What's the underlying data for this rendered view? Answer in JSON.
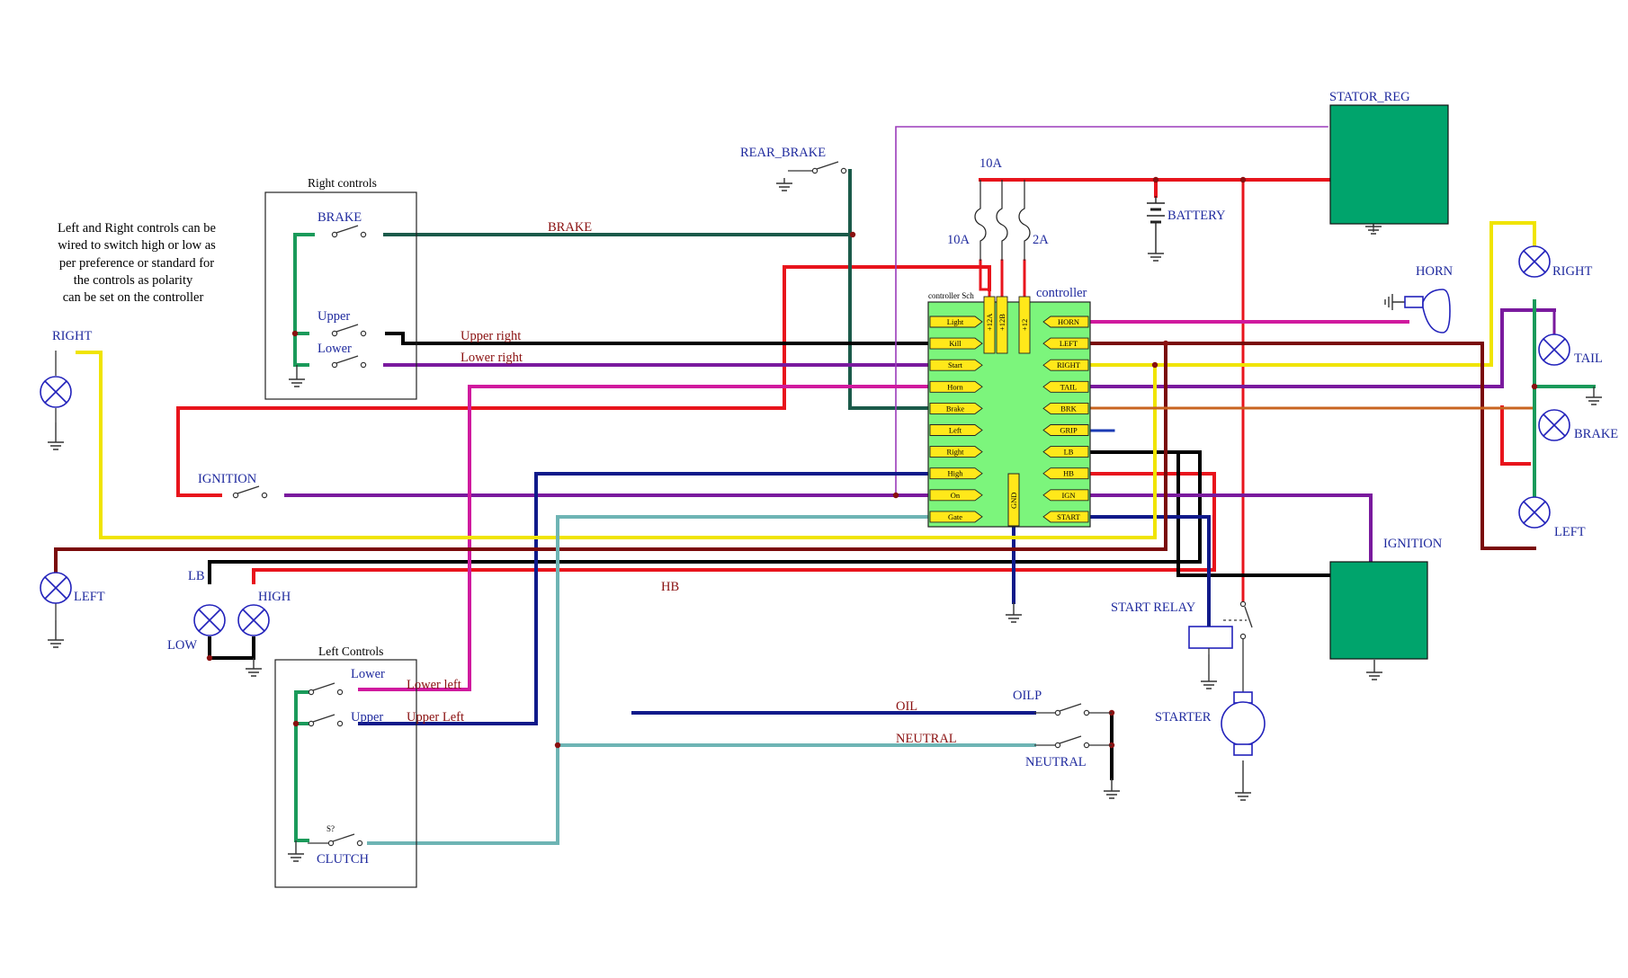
{
  "colors": {
    "red": "#e8141c",
    "dark_green": "#1b5a4a",
    "black": "#000000",
    "purple": "#7a1a9e",
    "magenta": "#d01a9e",
    "navy": "#101a8a",
    "yellow": "#f0e400",
    "maroon": "#7a0a0a",
    "teal": "#6eb4b4",
    "green": "#1a9a5a",
    "violet_thin": "#9b3bbb",
    "orange": "#c86420",
    "blue": "#1a3ab4",
    "module_fill": "#7cf57c",
    "component_fill": "#00a46c",
    "pin_fill": "#ffe81a"
  },
  "labels": {
    "right_controls": "Right controls",
    "left_controls": "Left Controls",
    "brake_switch": "BRAKE",
    "upper_r": "Upper",
    "lower_r": "Lower",
    "lower_l": "Lower",
    "upper_l": "Upper",
    "clutch_ref": "S?",
    "clutch": "CLUTCH",
    "right_lamp": "RIGHT",
    "left_lamp": "LEFT",
    "lb": "LB",
    "high": "HIGH",
    "low": "LOW",
    "ignition_switch": "IGNITION",
    "rear_brake": "REAR_BRAKE",
    "fuse_top": "10A",
    "fuse_left": "10A",
    "fuse_right": "2A",
    "battery": "BATTERY",
    "stator_reg": "STATOR_REG",
    "controller_sch": "controller Sch",
    "controller": "controller",
    "horn": "HORN",
    "rear_right": "RIGHT",
    "tail": "TAIL",
    "rear_brake_lamp": "BRAKE",
    "rear_left": "LEFT",
    "ignition_coil": "IGNITION",
    "start_relay": "START RELAY",
    "starter": "STARTER",
    "oilp": "OILP",
    "neutral_switch": "NEUTRAL"
  },
  "wire_labels": {
    "brake": "BRAKE",
    "upper_right": "Upper  right",
    "lower_right": "Lower  right",
    "hb": "HB",
    "lower_left": "Lower  left",
    "upper_left": "Upper  Left",
    "oil": "OIL",
    "neutral": "NEUTRAL"
  },
  "note": [
    "Left and Right controls can be",
    "wired to switch high or low  as",
    "per preference or standard for",
    "the controls as polarity",
    "can be set on the controller"
  ],
  "controller": {
    "left_pins": [
      "Light",
      "Kill",
      "Start",
      "Horn",
      "Brake",
      "Left",
      "Right",
      "High",
      "On",
      "Gate"
    ],
    "right_pins": [
      "HORN",
      "LEFT",
      "RIGHT",
      "TAIL",
      "BRK",
      "GRIP",
      "LB",
      "HB",
      "IGN",
      "START"
    ],
    "top_pins": [
      "+12A",
      "+12B",
      "+12"
    ],
    "gnd_pin": "GND"
  }
}
